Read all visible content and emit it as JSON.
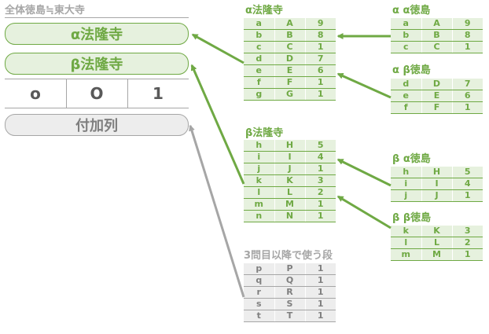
{
  "left": {
    "title": "全体徳島≒東大寺",
    "rows": [
      "α法隆寺",
      "β法隆寺"
    ],
    "triple": [
      "o",
      "O",
      "1"
    ],
    "extra": "付加列"
  },
  "mid": {
    "alpha": {
      "title": "α法隆寺",
      "rows": [
        [
          "a",
          "A",
          "9"
        ],
        [
          "b",
          "B",
          "8"
        ],
        [
          "c",
          "C",
          "1"
        ],
        [
          "d",
          "D",
          "7"
        ],
        [
          "e",
          "E",
          "6"
        ],
        [
          "f",
          "F",
          "1"
        ],
        [
          "g",
          "G",
          "1"
        ]
      ]
    },
    "beta": {
      "title": "β法隆寺",
      "rows": [
        [
          "h",
          "H",
          "5"
        ],
        [
          "i",
          "I",
          "4"
        ],
        [
          "j",
          "J",
          "1"
        ],
        [
          "k",
          "K",
          "3"
        ],
        [
          "l",
          "L",
          "2"
        ],
        [
          "m",
          "M",
          "1"
        ],
        [
          "n",
          "N",
          "1"
        ]
      ]
    },
    "third": {
      "title": "3問目以降で使う段",
      "rows": [
        [
          "p",
          "P",
          "1"
        ],
        [
          "q",
          "Q",
          "1"
        ],
        [
          "r",
          "R",
          "1"
        ],
        [
          "s",
          "S",
          "1"
        ],
        [
          "t",
          "T",
          "1"
        ]
      ]
    }
  },
  "right": {
    "aa": {
      "title": "α α徳島",
      "rows": [
        [
          "a",
          "A",
          "9"
        ],
        [
          "b",
          "B",
          "8"
        ],
        [
          "c",
          "C",
          "1"
        ]
      ]
    },
    "ab": {
      "title": "α β徳島",
      "rows": [
        [
          "d",
          "D",
          "7"
        ],
        [
          "e",
          "E",
          "6"
        ],
        [
          "f",
          "F",
          "1"
        ]
      ]
    },
    "ba": {
      "title": "β α徳島",
      "rows": [
        [
          "h",
          "H",
          "5"
        ],
        [
          "i",
          "I",
          "4"
        ],
        [
          "j",
          "J",
          "1"
        ]
      ]
    },
    "bb": {
      "title": "β β徳島",
      "rows": [
        [
          "k",
          "K",
          "3"
        ],
        [
          "l",
          "L",
          "2"
        ],
        [
          "m",
          "M",
          "1"
        ]
      ]
    }
  },
  "colors": {
    "green": "#6fa944",
    "green_fill": "#e6f1de",
    "gray": "#a6a6a6",
    "gray_fill": "#ededed"
  }
}
